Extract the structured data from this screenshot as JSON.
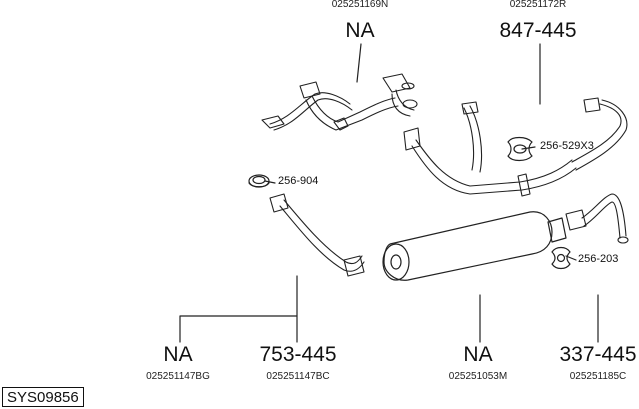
{
  "diagram_id": "SYS09856",
  "parts": [
    {
      "key": "p1",
      "label": "NA",
      "code": "025251169N"
    },
    {
      "key": "p2",
      "label": "847-445",
      "code": "025251172R"
    },
    {
      "key": "p3",
      "label": "NA",
      "code": "025251147BG"
    },
    {
      "key": "p4",
      "label": "753-445",
      "code": "025251147BC"
    },
    {
      "key": "p5",
      "label": "NA",
      "code": "025251053M"
    },
    {
      "key": "p6",
      "label": "337-445",
      "code": "025251185C"
    }
  ],
  "gaskets": [
    "256-529X3",
    "256-904",
    "256-203"
  ]
}
